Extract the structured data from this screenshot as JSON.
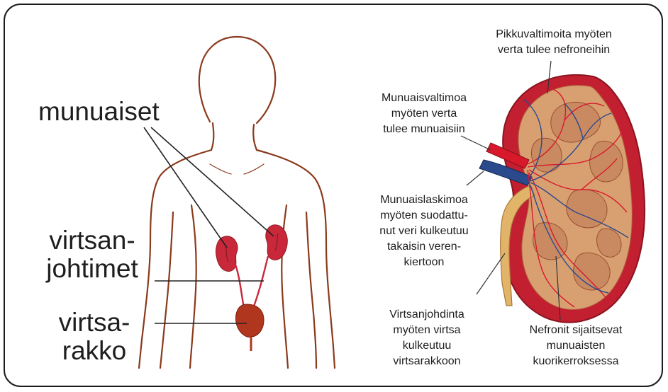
{
  "left_labels": {
    "kidneys": "munuaiset",
    "ureters": [
      "virtsan-",
      "johtimet"
    ],
    "bladder": [
      "virtsa-",
      "rakko"
    ]
  },
  "right_labels": {
    "capillaries": [
      "Pikkuvaltimoita myöten",
      "verta tulee nefroneihin"
    ],
    "renal_artery": [
      "Munuaisvaltimoa",
      "myöten verta",
      "tulee munuaisiin"
    ],
    "renal_vein": [
      "Munuaislaskimoa",
      "myöten suodattu-",
      "nut veri kulkeutuu",
      "takaisin veren-",
      "kiertoon"
    ],
    "ureter": [
      "Virtsanjohdinta",
      "myöten virtsa",
      "kulkeutuu",
      "virtsarakkoon"
    ],
    "nephrons": [
      "Nefronit sijaitsevat",
      "munuaisten",
      "kuorikerroksessa"
    ]
  },
  "colors": {
    "body_outline": "#8a3a1c",
    "kidney": "#c8283a",
    "artery": "#d8192c",
    "vein": "#2a4a8c",
    "ureter": "#e2b46a",
    "pyramid": "#d49a72"
  }
}
